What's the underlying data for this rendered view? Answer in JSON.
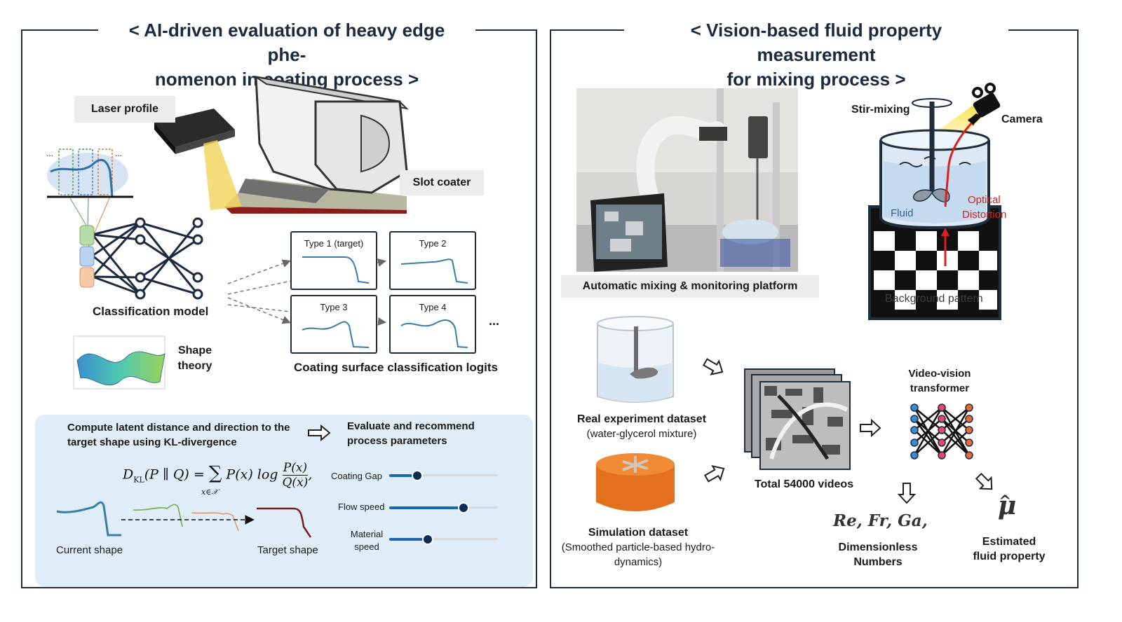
{
  "left_panel": {
    "title_line1": "< AI-driven evaluation of heavy edge phe-",
    "title_line2": "nomenon in coating process >",
    "laser_profile": "Laser profile",
    "slot_coater": "Slot coater",
    "classification_model": "Classification model",
    "shape_theory_1": "Shape",
    "shape_theory_2": "theory",
    "types": [
      "Type 1 (target)",
      "Type 2",
      "Type 3",
      "Type 4"
    ],
    "more_types": "...",
    "logits_caption": "Coating surface classification logits",
    "profile_dots_left": "...",
    "profile_dots_right": "...",
    "blue_box": {
      "compute_line1": "Compute latent distance and direction to the",
      "compute_line2": "target shape using KL-divergence",
      "evaluate_line1": "Evaluate and recommend",
      "evaluate_line2": "process parameters",
      "current_shape": "Current shape",
      "target_shape": "Target shape",
      "sliders": [
        {
          "label": "Coating Gap",
          "value": 0.25
        },
        {
          "label": "Flow speed",
          "value": 0.68
        },
        {
          "label_line1": "Material",
          "label_line2": "speed",
          "value": 0.35
        }
      ]
    }
  },
  "right_panel": {
    "title_line1": "< Vision-based fluid property measurement",
    "title_line2": "for mixing process >",
    "platform_caption": "Automatic mixing & monitoring platform",
    "stir_mixing": "Stir-mixing",
    "camera": "Camera",
    "fluid": "Fluid",
    "optical_1": "Optical",
    "optical_2": "Distortion",
    "background_pattern": "Background pattern",
    "real_dataset_1": "Real experiment dataset",
    "real_dataset_2": "(water-glycerol mixture)",
    "sim_dataset_1": "Simulation dataset",
    "sim_dataset_2": "(Smoothed particle-based hydro-",
    "sim_dataset_3": "dynamics)",
    "total_videos": "Total 54000 videos",
    "vvt_1": "Video-vision",
    "vvt_2": "transformer",
    "dimensionless_symbols": "Re, Fr, Ga,",
    "dimensionless_1": "Dimensionless",
    "dimensionless_2": "Numbers",
    "mu_symbol": "μ",
    "estimated_1": "Estimated",
    "estimated_2": "fluid property"
  },
  "colors": {
    "frame": "#1f2d3d",
    "blue_box": "#deedf8",
    "slider_fill": "#1767b0",
    "optical_red": "#d9211c",
    "curve_blue": "#3a7ca5"
  }
}
